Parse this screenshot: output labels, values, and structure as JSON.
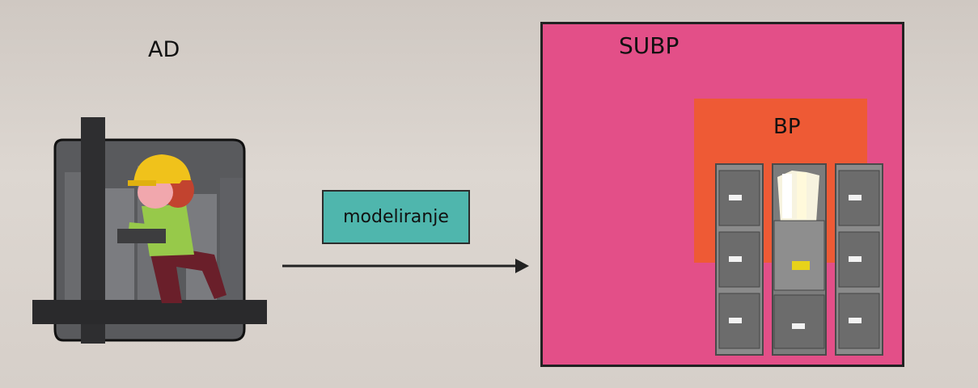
{
  "labels": {
    "ad": "AD",
    "modeling": "modeliranje",
    "subp": "SUBP",
    "bp": "BP"
  },
  "icons": {
    "worker": "construction-worker-icon",
    "arrow": "arrow-right-icon",
    "cabinets": "file-cabinets-icon"
  },
  "colors": {
    "modeling_box": "#4fb6ad",
    "subp_box": "#e34f88",
    "bp_box": "#ee5a35"
  }
}
